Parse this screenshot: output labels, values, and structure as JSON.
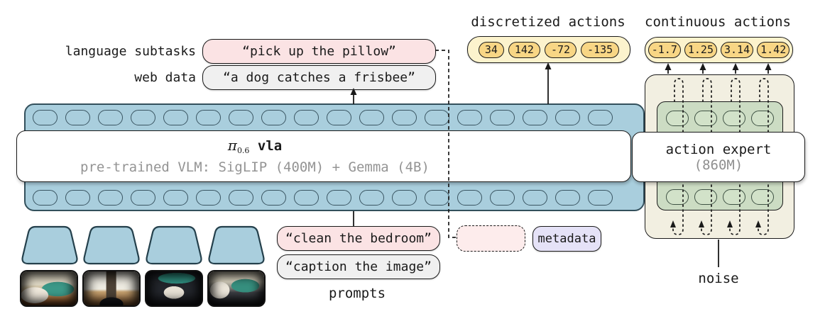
{
  "labels": {
    "language_subtasks": "language subtasks",
    "web_data": "web data",
    "discretized_actions": "discretized actions",
    "continuous_actions": "continuous actions",
    "prompts": "prompts",
    "noise": "noise",
    "metadata": "metadata"
  },
  "text_boxes": {
    "language_subtask_example": "“pick up the pillow”",
    "web_data_example": "“a dog catches a frisbee”",
    "robot_prompt_example": "“clean the bedroom”",
    "caption_prompt_example": "“caption the image”"
  },
  "model": {
    "pi": "π",
    "pi_sub": "0.6",
    "name_suffix": "vla",
    "subtitle": "pre-trained VLM: SigLIP (400M) + Gemma (4B)"
  },
  "action_expert": {
    "title": "action expert",
    "params": "(860M)"
  },
  "actions": {
    "discretized": [
      "34",
      "142",
      "-72",
      "-135"
    ],
    "continuous": [
      "-1.7",
      "1.25",
      "3.14",
      "1.42"
    ]
  },
  "colors": {
    "token_blue": "#a9cedd",
    "token_green": "#d2e2c9",
    "action_yellow": "#f8d685",
    "action_container_yellow": "#fcf3cd",
    "subtask_pink": "#fbe3e4",
    "web_gray": "#f0f0f0",
    "metadata_lavender": "#e5e2f7",
    "expert_beige": "#f2efe1",
    "expert_green": "#ccdcc3"
  }
}
